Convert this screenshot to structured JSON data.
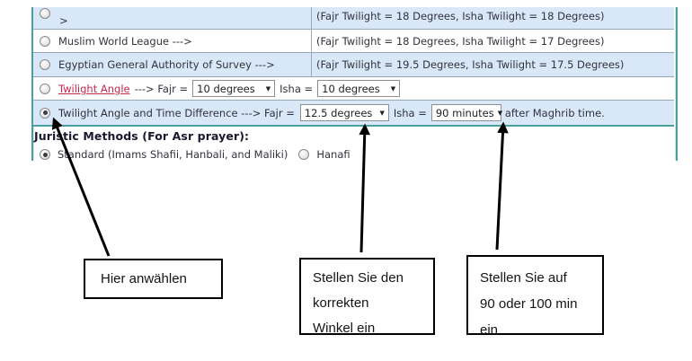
{
  "colors": {
    "frame_border": "#4aa0a0",
    "row_alt_bg": "#d8e8f8",
    "row_divider": "#95a9ba",
    "link": "#c5294d",
    "heading": "#18182f",
    "text": "#32323c",
    "annotation": "#000000"
  },
  "icons": {
    "dropdown_arrow": "▼"
  },
  "table": {
    "rows": [
      {
        "selected": false,
        "label_wrapped_tail": ">",
        "value": "(Fajr Twilight = 18 Degrees, Isha Twilight = 18 Degrees)"
      },
      {
        "selected": false,
        "label": "Muslim World League --->",
        "value": "(Fajr Twilight = 18 Degrees, Isha Twilight = 17 Degrees)"
      },
      {
        "selected": false,
        "label": "Egyptian General Authority of Survey --->",
        "value": "(Fajr Twilight = 19.5 Degrees, Isha Twilight = 17.5 Degrees)"
      },
      {
        "selected": false,
        "link_label": "Twilight Angle",
        "after_link": "---> Fajr =",
        "fajr_value": "10 degrees",
        "isha_label": "Isha =",
        "isha_value": "10 degrees"
      },
      {
        "selected": true,
        "label": "Twilight Angle and Time Difference ---> Fajr =",
        "fajr_value": "12.5 degrees",
        "isha_label": "Isha =",
        "isha_value": "90 minutes",
        "suffix": "after Maghrib time."
      }
    ]
  },
  "juristic": {
    "heading": "Juristic Methods (For Asr prayer):",
    "options": [
      {
        "label": "Standard (Imams Shafii, Hanbali, and Maliki)",
        "selected": true
      },
      {
        "label": "Hanafi",
        "selected": false
      }
    ]
  },
  "annotations": {
    "box1": {
      "line1": "Hier anwählen"
    },
    "box2": {
      "line1": "Stellen Sie den",
      "line2": "korrekten",
      "line3": "Winkel ein"
    },
    "box3": {
      "line1": "Stellen Sie auf",
      "line2": "90 oder 100 min",
      "line3": "ein"
    }
  }
}
